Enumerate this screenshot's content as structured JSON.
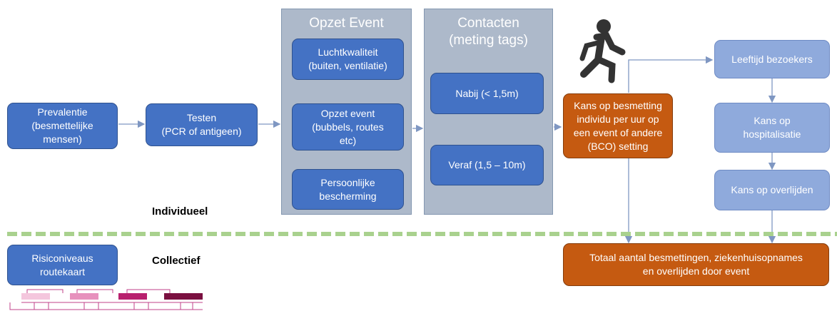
{
  "nodes": {
    "prevalentie": "Prevalentie\n(besmettelijke\nmensen)",
    "testen": "Testen\n(PCR of antigeen)",
    "luchtkwaliteit": "Luchtkwaliteit\n(buiten, ventilatie)",
    "opzet_event": "Opzet event\n(bubbels, routes\netc)",
    "persoonlijke": "Persoonlijke\nbescherming",
    "nabij": "Nabij (< 1,5m)",
    "veraf": "Veraf (1,5 – 10m)",
    "kans_besmetting": "Kans op besmetting\nindividu per uur op\neen event of andere\n(BCO) setting",
    "leeftijd": "Leeftijd bezoekers",
    "hospitalisatie": "Kans op\nhospitalisatie",
    "overlijden": "Kans op overlijden",
    "totaal": "Totaal aantal besmettingen, ziekenhuisopnames\nen overlijden door event",
    "risiconiveaus": "Risiconiveaus\nroutekaart"
  },
  "panels": {
    "opzet_title": "Opzet Event",
    "contacten_title": "Contacten\n(meting tags)"
  },
  "labels": {
    "individueel": "Individueel",
    "collectief": "Collectief"
  },
  "colors": {
    "blue": "#4472c4",
    "light_blue": "#8faadc",
    "orange": "#c55a11",
    "panel": "#adb9ca",
    "divider": "#a9d18e"
  },
  "icons": [
    "walking-person-icon"
  ]
}
